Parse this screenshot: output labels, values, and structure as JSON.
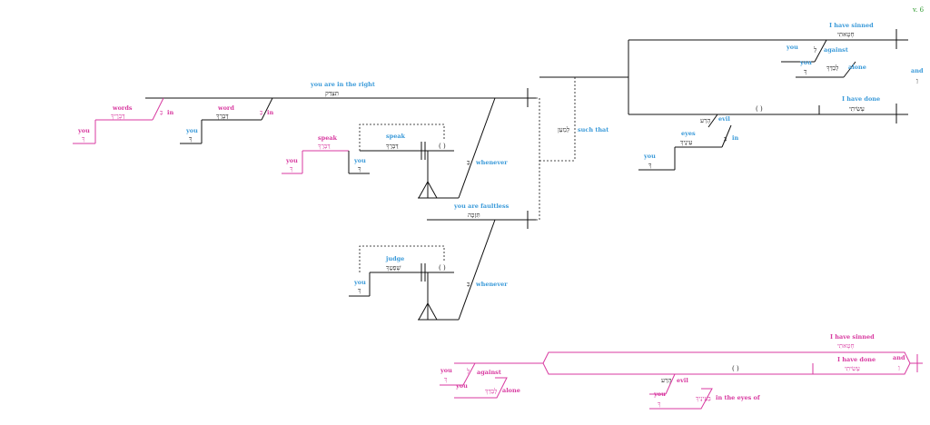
{
  "verse": "v. 6",
  "colors": {
    "main": "#111111",
    "english": "#3a9ad9",
    "alternate": "#d83aa0",
    "verse": "#2e9a2e"
  },
  "clause_right": {
    "en": "you are in the right",
    "he": "תִּצְדַּק",
    "words_en": "words",
    "words_he": "דְּבָרֶיךָ",
    "in1": "in",
    "in1_he": "בְּ",
    "you1": "you",
    "you1_he": "ךָ",
    "word_en": "word",
    "word_he": "דְּבָרְךָ",
    "in2": "in",
    "in2_he": "בְּ",
    "you2": "you",
    "you2_he": "ךָ",
    "speak_alt_en": "speak",
    "speak_alt_he": "דַּבְּרֶךָ",
    "you3": "you",
    "you3_he": "ךָ",
    "speak_en": "speak",
    "speak_he": "דַּבְּרֶךָ",
    "you4": "you",
    "you4_he": "ךָ",
    "paren": "( )",
    "whenever": "whenever",
    "whenever_he": "בְּ"
  },
  "clause_faultless": {
    "en": "you are faultless",
    "he": "תִּזְכֶּה",
    "judge_en": "judge",
    "judge_he": "שָׁפְטֶךָ",
    "you": "you",
    "you_he": "ךָ",
    "paren": "( )",
    "whenever": "whenever",
    "whenever_he": "בְּ"
  },
  "such_that": {
    "en": "such that",
    "he": "לְמַעַן"
  },
  "clause_sinned": {
    "sinned_en": "I have sinned",
    "sinned_he": "חָטָאתִי",
    "you_en": "you",
    "you_he": "לְ",
    "against": "against",
    "you2_en": "you",
    "you2_he": "ךָ",
    "alone_en": "alone",
    "alone_he": "לְבַדְּךָ",
    "and_en": "and",
    "and_he": "וְ",
    "done_en": "I have done",
    "done_he": "עָשִׂיתִי",
    "paren": "( )",
    "evil_en": "evil",
    "evil_he": "הָרַע",
    "in": "in",
    "in_he": "בְּ",
    "eyes_en": "eyes",
    "eyes_he": "עֵינֶיךָ",
    "you3": "you",
    "you3_he": "ךָ"
  },
  "alt": {
    "sinned_en": "I have sinned",
    "sinned_he": "חָטָאתִי",
    "done_en": "I have done",
    "done_he": "עָשִׂיתִי",
    "and_en": "and",
    "and_he": "וְ",
    "paren": "( )",
    "you_en": "you",
    "you_he": "לְ",
    "against": "against",
    "you2_en": "you",
    "you2_he": "ךָ",
    "alone_en": "alone",
    "alone_he": "לְבַדְּךָ",
    "evil_en": "evil",
    "evil_he": "הָרַע",
    "you3_en": "you",
    "you3_he": "ךָ",
    "eyes_en": "in the eyes of",
    "eyes_he": "בְּעֵינֶיךָ"
  }
}
